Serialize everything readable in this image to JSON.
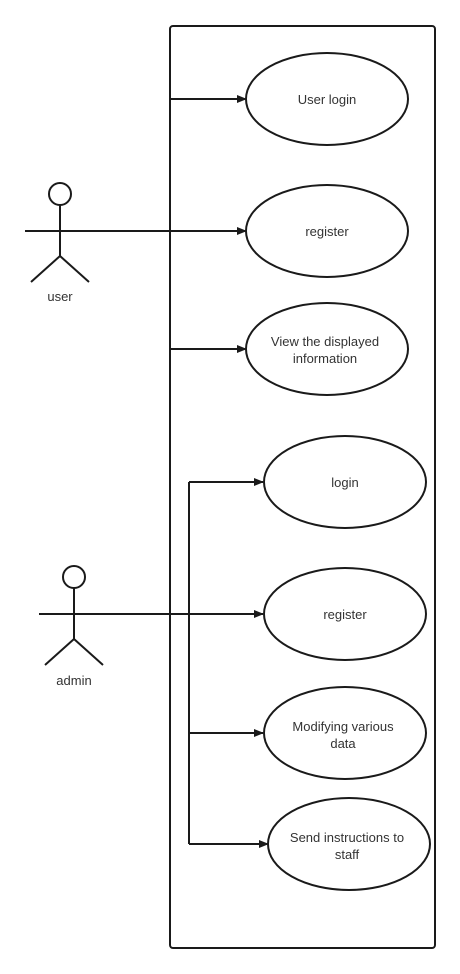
{
  "actors": {
    "user": {
      "label": "user"
    },
    "admin": {
      "label": "admin"
    }
  },
  "use_cases": {
    "user_login": [
      "User login"
    ],
    "user_register": [
      "register"
    ],
    "view_info": [
      "View the displayed",
      "information"
    ],
    "admin_login": [
      "login"
    ],
    "admin_register": [
      "register"
    ],
    "modify_data": [
      "Modifying various",
      "data"
    ],
    "send_instructions": [
      "Send instructions to",
      "staff"
    ]
  },
  "colors": {
    "stroke": "#1a1a1a",
    "text": "#333333",
    "background": "#ffffff"
  }
}
